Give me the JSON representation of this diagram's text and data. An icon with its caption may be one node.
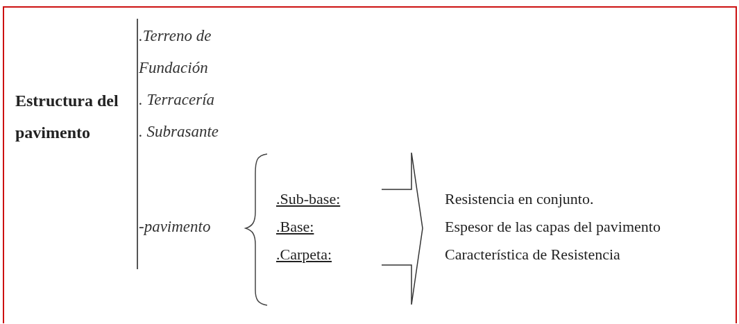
{
  "diagram": {
    "labels": [
      "Estructura del pavimento",
      ".Terreno de Fundación",
      ". Terracería",
      ". Subrasante",
      "-pavimento",
      ".Sub-base:",
      ".Base:",
      ".Carpeta:",
      "Resistencia en conjunto.",
      "Espesor de las capas del pavimento",
      "Característica de Resistencia"
    ]
  }
}
